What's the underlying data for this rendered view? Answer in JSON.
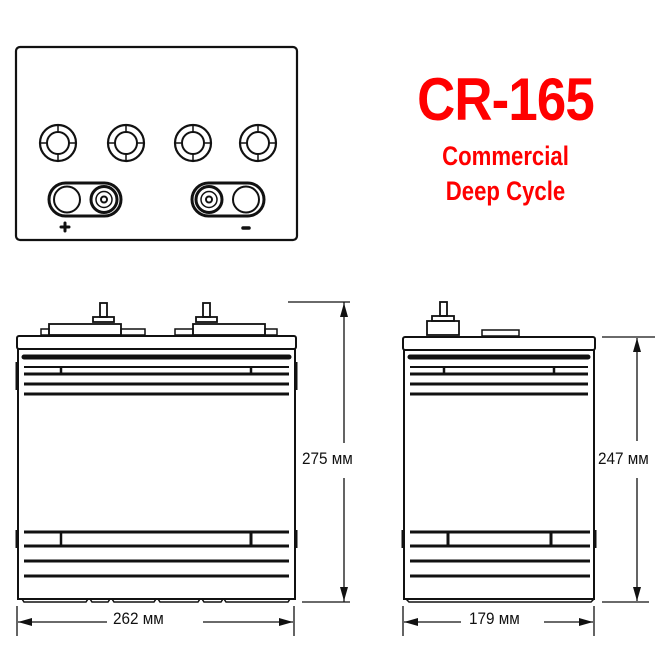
{
  "product": {
    "model": "CR-165",
    "line1": "Commercial",
    "line2": "Deep Cycle",
    "accent_color": "#ff0000"
  },
  "top_view": {
    "vent_caps": 4,
    "terminals": [
      {
        "polarity": "positive",
        "symbol": "+"
      },
      {
        "polarity": "negative",
        "symbol": "−"
      }
    ]
  },
  "dimensions": {
    "front_width": "262 мм",
    "front_height": "275 мм",
    "side_width": "179 мм",
    "side_height": "247 мм"
  }
}
